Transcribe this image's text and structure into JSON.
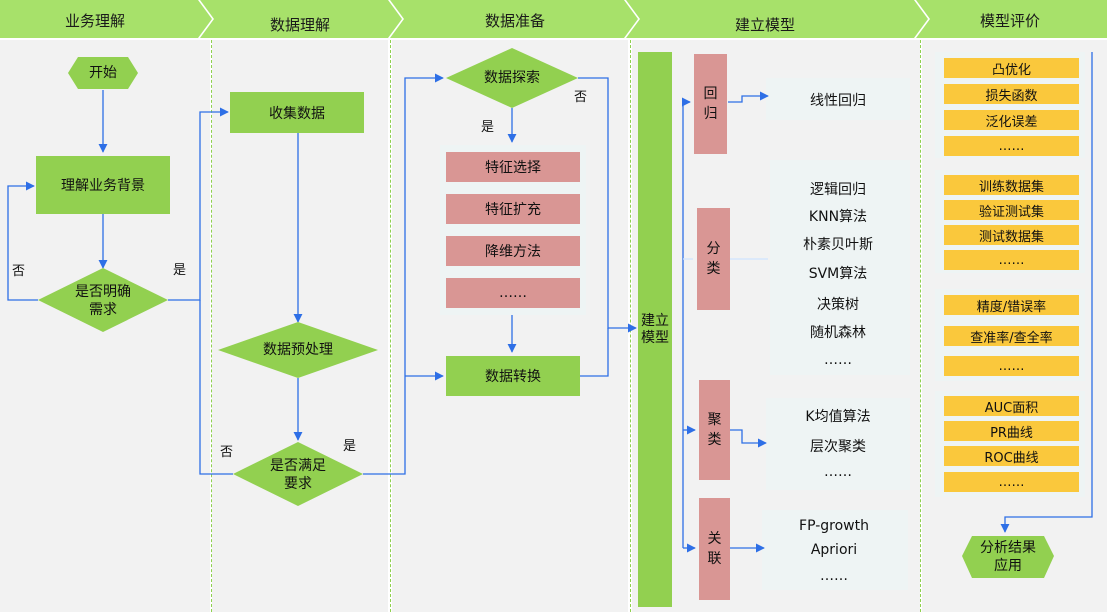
{
  "headers": [
    "业务理解",
    "数据理解",
    "数据准备",
    "建立模型",
    "模型评价"
  ],
  "business": {
    "start": "开始",
    "understand": "理解业务背景",
    "decision": [
      "是否明确",
      "需求"
    ],
    "yes": "是",
    "no": "否"
  },
  "data_understanding": {
    "collect": "收集数据",
    "preprocess": "数据预处理",
    "decision": [
      "是否满足",
      "要求"
    ],
    "yes": "是",
    "no": "否"
  },
  "data_prep": {
    "explore": "数据探索",
    "yes": "是",
    "no": "否",
    "features": [
      "特征选择",
      "特征扩充",
      "降维方法",
      "……"
    ],
    "transform": "数据转换"
  },
  "modeling": {
    "main": [
      "建立",
      "模型"
    ],
    "categories": [
      {
        "label": [
          "回",
          "归"
        ],
        "items": [
          "线性回归"
        ]
      },
      {
        "label": [
          "分",
          "类"
        ],
        "items": [
          "逻辑回归",
          "KNN算法",
          "朴素贝叶斯",
          "SVM算法",
          "决策树",
          "随机森林",
          "……"
        ]
      },
      {
        "label": [
          "聚",
          "类"
        ],
        "items": [
          "K均值算法",
          "层次聚类",
          "……"
        ]
      },
      {
        "label": [
          "关",
          "联"
        ],
        "items": [
          "FP-growth",
          "Apriori",
          "……"
        ]
      }
    ]
  },
  "evaluation": {
    "groups": [
      [
        "凸优化",
        "损失函数",
        "泛化误差",
        "……"
      ],
      [
        "训练数据集",
        "验证测试集",
        "测试数据集",
        "……"
      ],
      [
        "精度/错误率",
        "查准率/查全率",
        "……"
      ],
      [
        "AUC面积",
        "PR曲线",
        "ROC曲线",
        "……"
      ]
    ],
    "result": [
      "分析结果",
      "应用"
    ]
  },
  "colors": {
    "green": "#92d050",
    "pink": "#d99694",
    "yellow": "#fac83c",
    "arrow": "#2e6fe6",
    "lane": "#f2f2f2"
  }
}
